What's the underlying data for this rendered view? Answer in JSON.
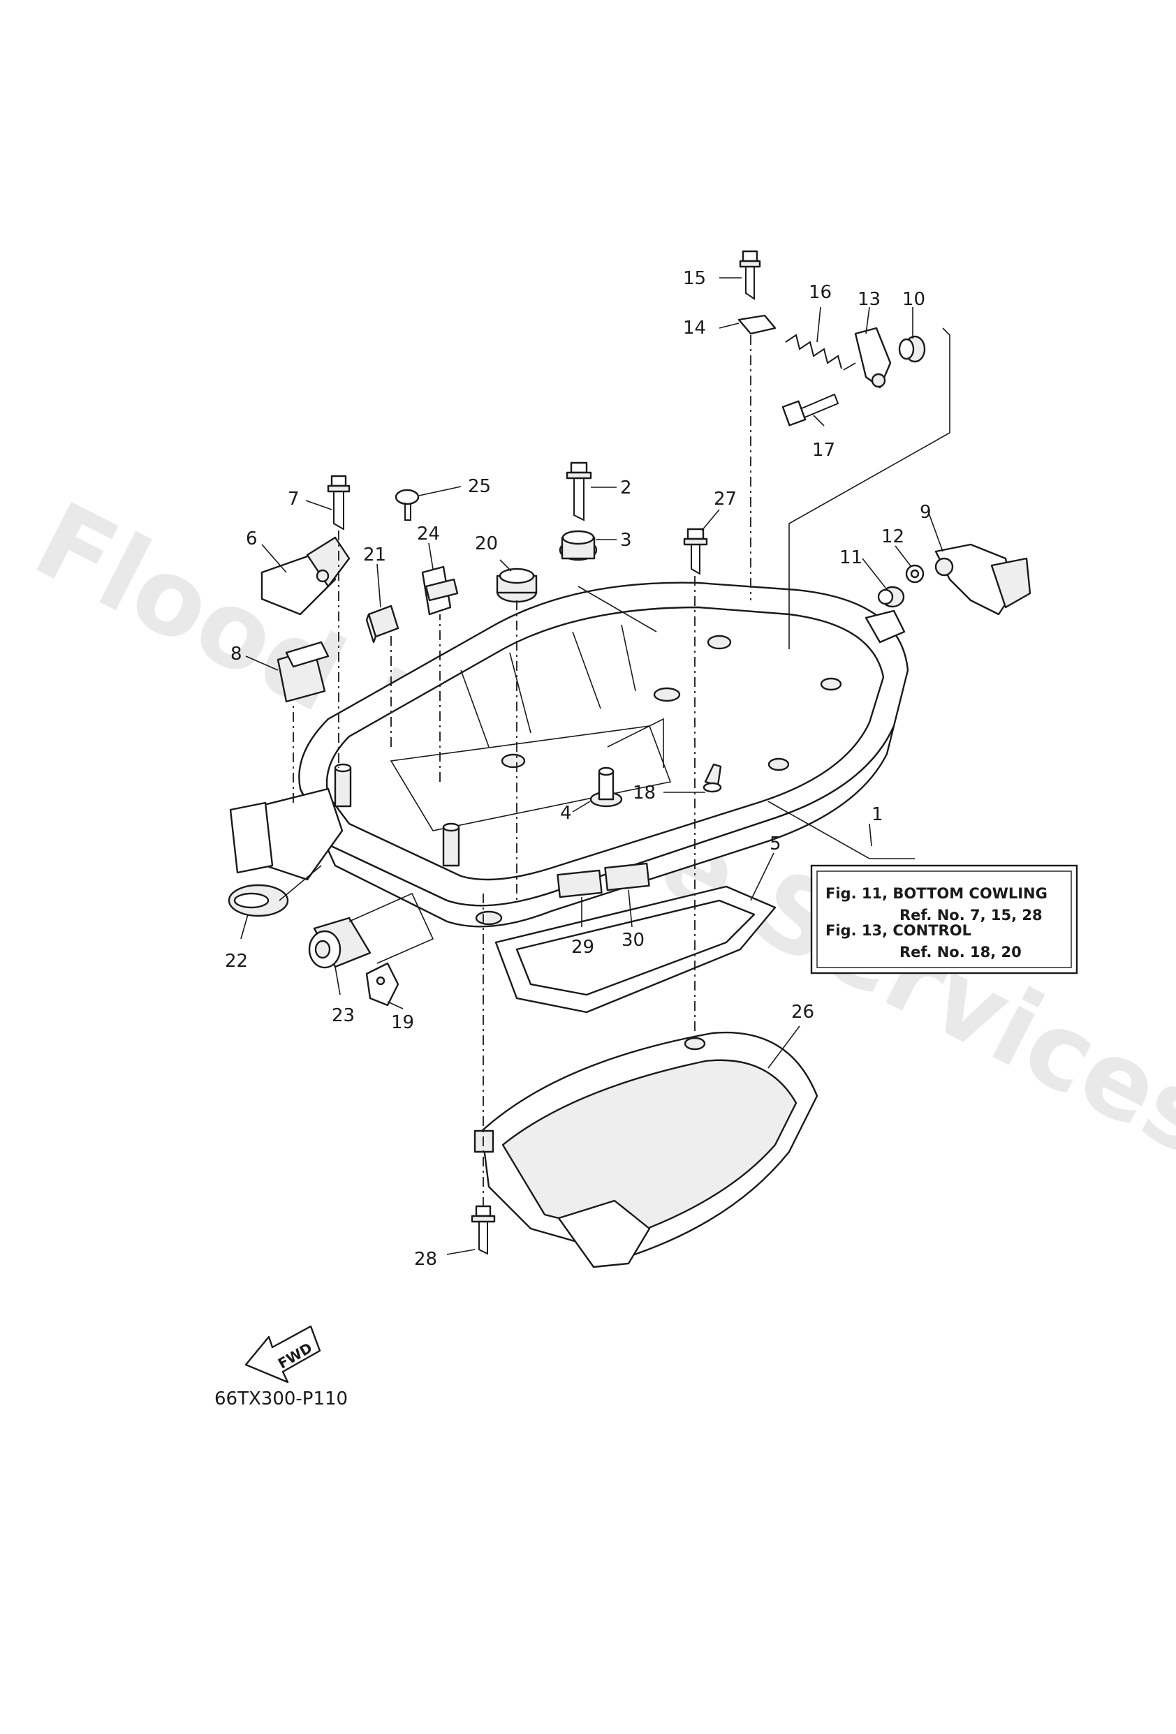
{
  "diagram_code": "66TX300-P110",
  "watermark": "Flood Marine Services",
  "fwd_label": "FWD",
  "reference_box": {
    "lines": [
      "Fig. 11, BOTTOM COWLING",
      "Ref. No. 7, 15, 28",
      "Fig. 13, CONTROL",
      "Ref. No. 18, 20"
    ]
  },
  "callouts": [
    "1",
    "2",
    "3",
    "4",
    "5",
    "6",
    "7",
    "8",
    "9",
    "10",
    "11",
    "12",
    "13",
    "14",
    "15",
    "16",
    "17",
    "18",
    "19",
    "20",
    "21",
    "22",
    "23",
    "24",
    "25",
    "26",
    "27",
    "28",
    "29",
    "30"
  ]
}
